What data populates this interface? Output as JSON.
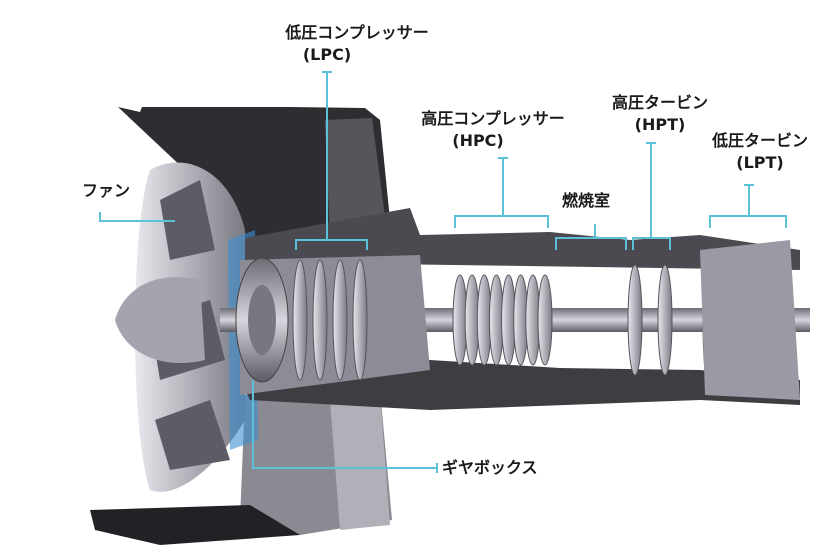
{
  "title": "ギヤードターボファンエンジン断面図",
  "labels": {
    "lpc": {
      "name": "低圧コンプレッサー",
      "abbr": "(LPC)"
    },
    "fan": {
      "name": "ファン"
    },
    "hpc": {
      "name": "高圧コンプレッサー",
      "abbr": "(HPC)"
    },
    "hpt": {
      "name": "高圧タービン",
      "abbr": "(HPT)"
    },
    "lpt": {
      "name": "低圧タービン",
      "abbr": "(LPT)"
    },
    "combustor": {
      "name": "燃焼室"
    },
    "gearbox": {
      "name": "ギヤボックス"
    }
  },
  "colors": {
    "leader": "#5bc0d8",
    "casing": "#3a3a3e",
    "metal": "#b9b9c2"
  }
}
